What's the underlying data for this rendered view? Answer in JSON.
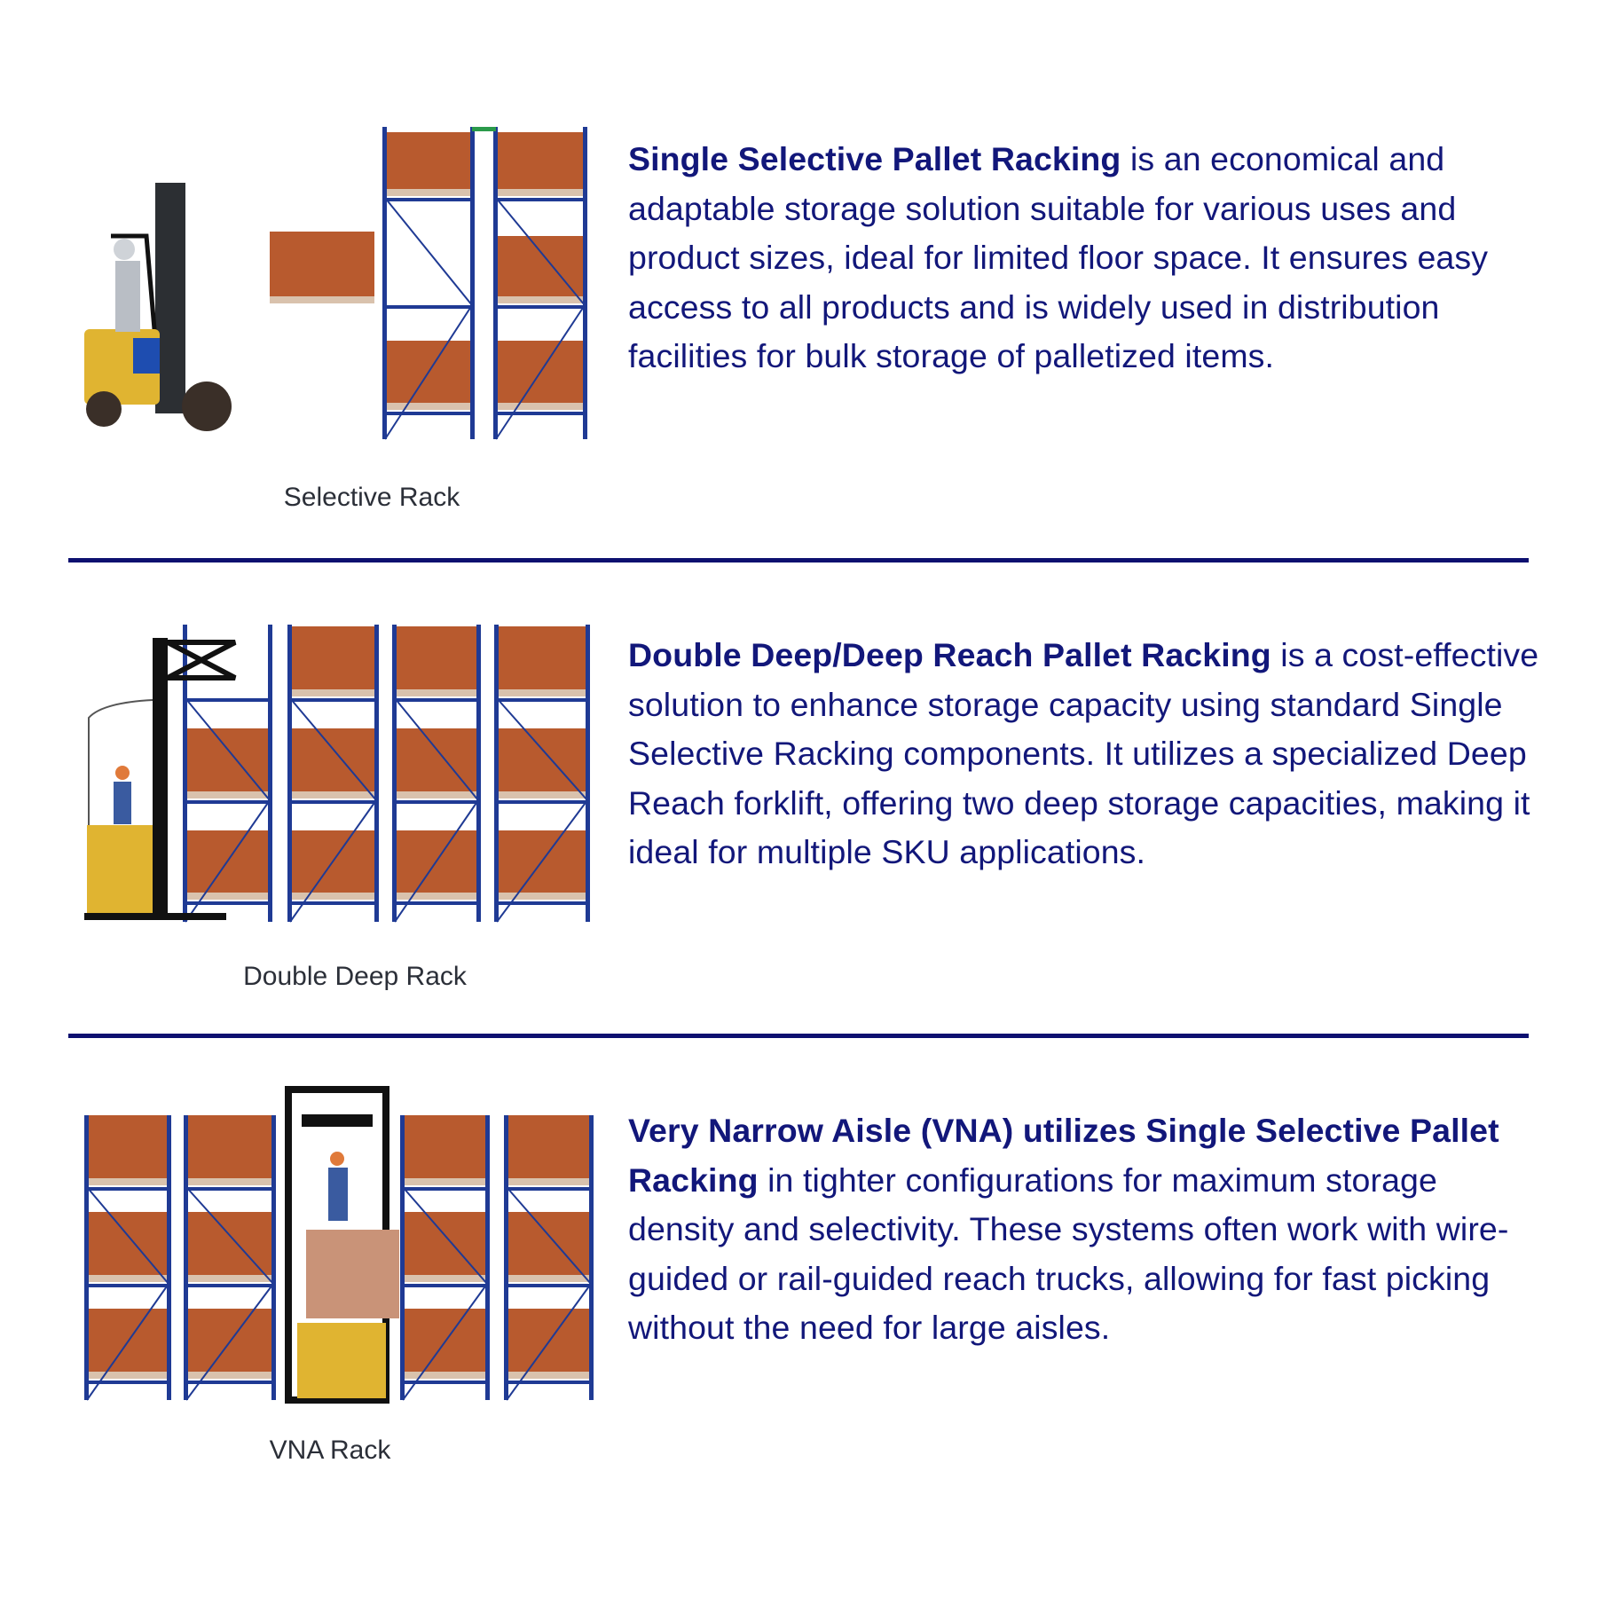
{
  "sections": [
    {
      "caption": "Selective Rack",
      "bold": "Single Selective Pallet Racking",
      "text": " is an economical and adaptable storage solution suitable for various uses and product sizes, ideal for limited floor space. It ensures easy access to all products and is widely used in distribution facilities for bulk storage of palletized items."
    },
    {
      "caption": "Double Deep Rack",
      "bold": "Double Deep/Deep Reach Pallet Racking",
      "text": " is a cost-effective solution to enhance storage capacity using standard Single Selective Racking components. It utilizes a specialized Deep Reach forklift, offering two deep storage capacities, making it ideal for multiple SKU applications."
    },
    {
      "caption": "VNA Rack",
      "bold": "Very Narrow Aisle (VNA) utilizes Single Selective Pallet Racking",
      "text": " in tighter configurations for maximum storage density and selectivity. These systems often work with wire-guided or rail-guided reach trucks, allowing for fast picking without the need for large aisles."
    }
  ],
  "colors": {
    "text": "#12177a",
    "divider": "#0d1070",
    "rack": "#1f3a94",
    "box": "#b85a2e",
    "forklift": "#e0b431"
  }
}
